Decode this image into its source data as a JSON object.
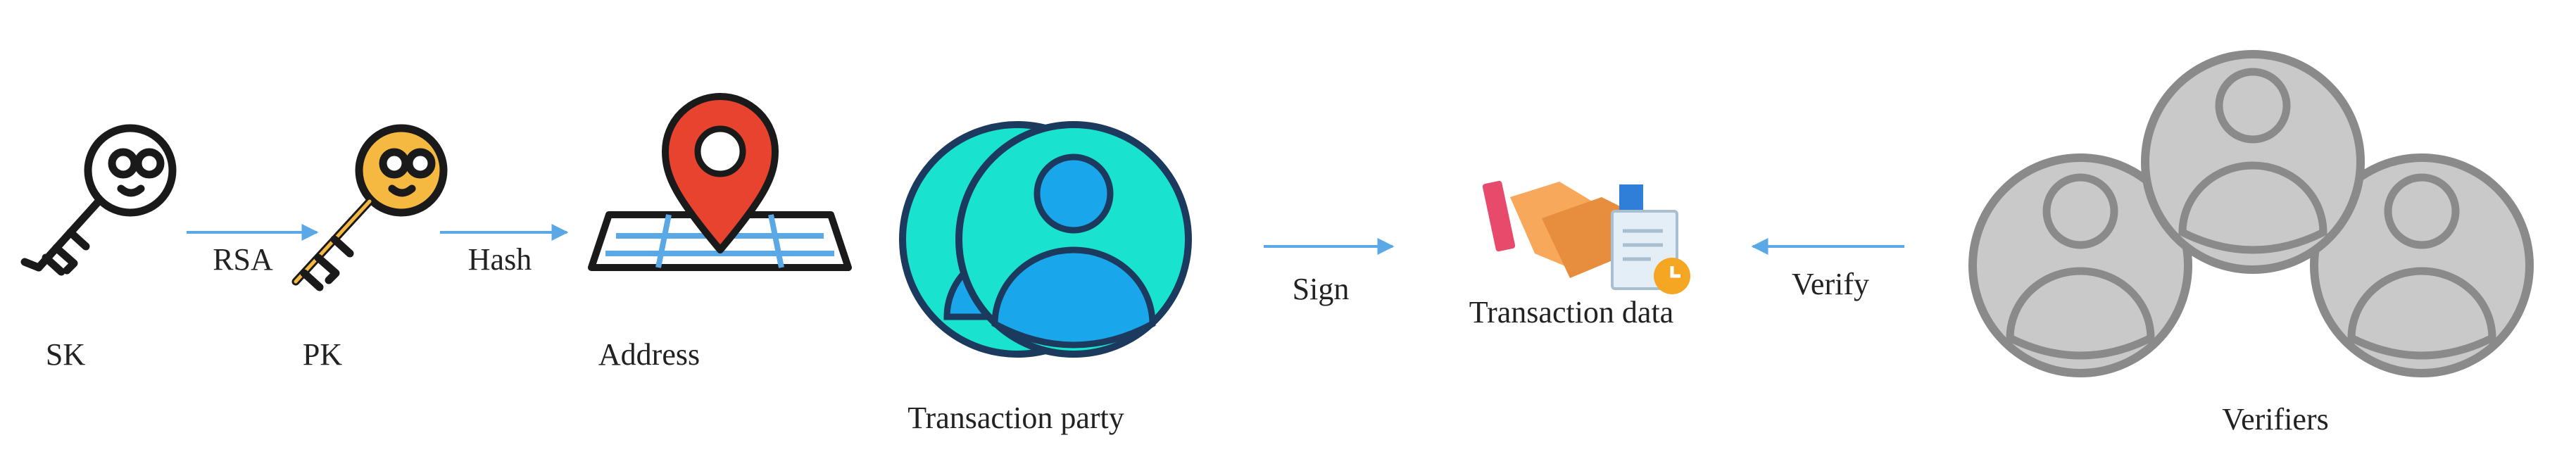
{
  "nodes": {
    "sk": {
      "label": "SK",
      "icon": "black-key-icon"
    },
    "pk": {
      "label": "PK",
      "icon": "orange-key-icon"
    },
    "address": {
      "label": "Address",
      "icon": "map-pin-icon"
    },
    "party": {
      "label": "Transaction party",
      "icon": "two-users-icon"
    },
    "data": {
      "label": "Transaction data",
      "icon": "handshake-document-icon"
    },
    "verifiers": {
      "label": "Verifiers",
      "icon": "three-users-icon"
    }
  },
  "edges": {
    "rsa": {
      "label": "RSA"
    },
    "hash": {
      "label": "Hash"
    },
    "sign": {
      "label": "Sign"
    },
    "verify": {
      "label": "Verify"
    }
  },
  "colors": {
    "arrow": "#5aa9e6",
    "key_outline": "#1a1a1a",
    "key_fill_pk": "#f5b942",
    "pin_red": "#e8432e",
    "party_teal": "#19e3cf",
    "party_blue": "#1aa6ea",
    "party_outline": "#1c3a5e",
    "verifier_gray": "#c9c9c9",
    "verifier_outline": "#8a8a8a"
  }
}
